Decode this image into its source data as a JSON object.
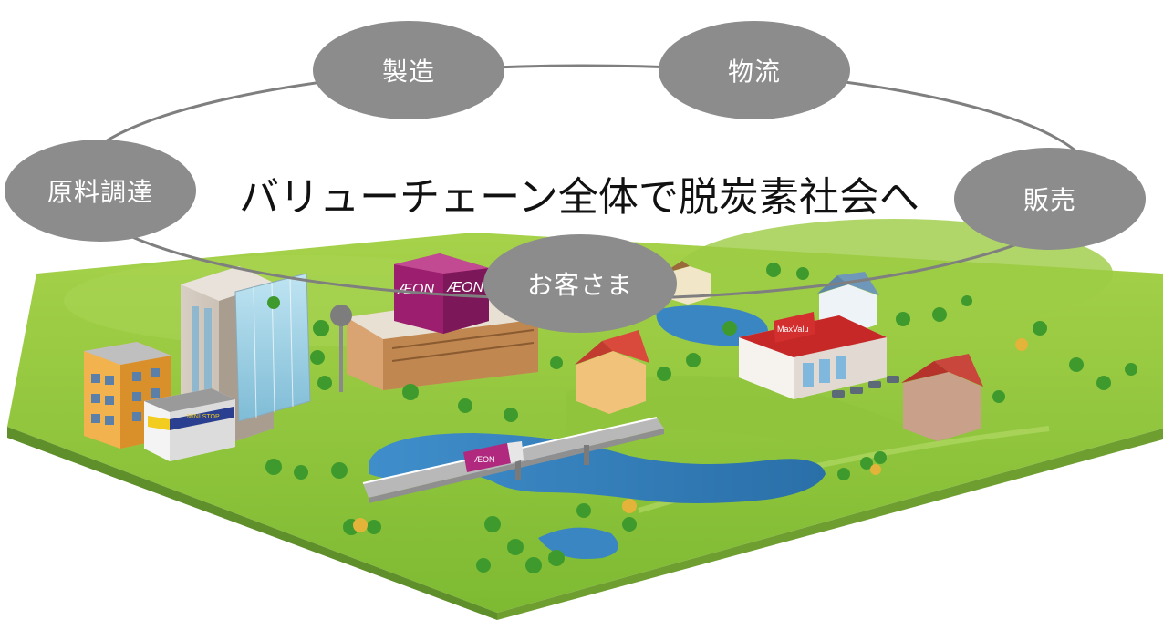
{
  "diagram": {
    "title": "バリューチェーン全体で脱炭素社会へ",
    "nodes": {
      "genryo": "原料調達",
      "seizo": "製造",
      "butsuryu": "物流",
      "hanbai": "販売",
      "okyaku": "お客さま"
    }
  },
  "scene": {
    "store_sign_1": "ÆON",
    "store_sign_2": "ÆON",
    "truck_logo": "ÆON",
    "supermarket_sign": "MaxValu",
    "convenience_sign": "MINI STOP"
  },
  "colors": {
    "node_fill": "#8c8c8c",
    "node_text": "#ffffff",
    "ring": "#7f7f7f",
    "grass": "#8cc63f",
    "water": "#2f7fb8",
    "brand_magenta": "#b0297e"
  }
}
